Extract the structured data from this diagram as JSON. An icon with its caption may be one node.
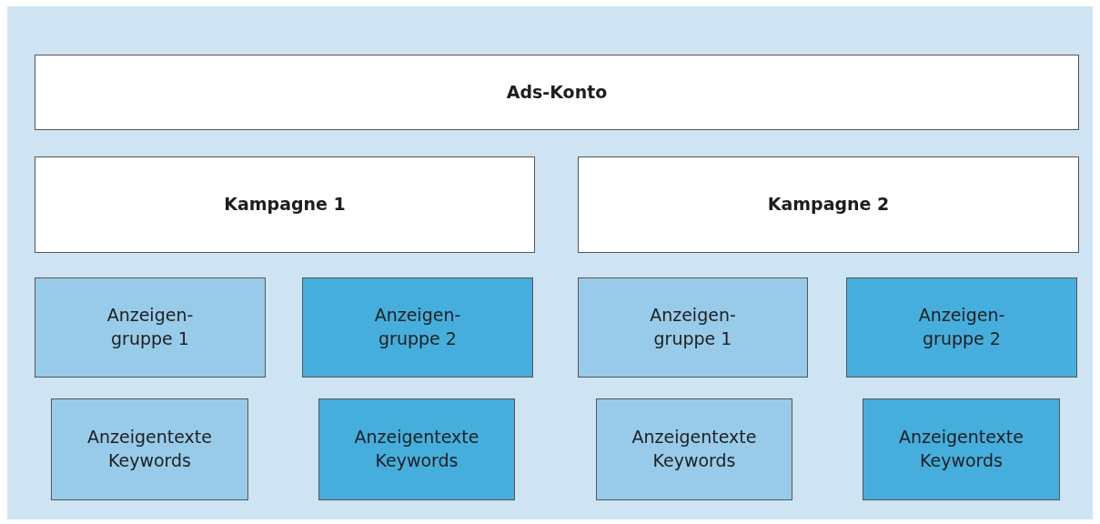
{
  "diagram": {
    "nodes": [
      {
        "text": [
          "Ads-Konto"
        ]
      },
      {
        "text": [
          "Kampagne 1"
        ]
      },
      {
        "text": [
          "Kampagne 2"
        ]
      },
      {
        "text": [
          "Anzeigen- gruppe 1"
        ]
      },
      {
        "text": [
          "Anzeigen- gruppe 2"
        ]
      },
      {
        "text": [
          "Anzeigen- gruppe 1"
        ]
      },
      {
        "text": [
          "Anzeigen- gruppe 2"
        ]
      },
      {
        "text": [
          "Anzeigentexte Keywords"
        ]
      },
      {
        "text": [
          "Anzeigentexte Keywords"
        ]
      },
      {
        "text": [
          "Anzeigentexte Keywords"
        ]
      },
      {
        "text": [
          "Anzeigentexte Keywords"
        ]
      }
    ]
  }
}
